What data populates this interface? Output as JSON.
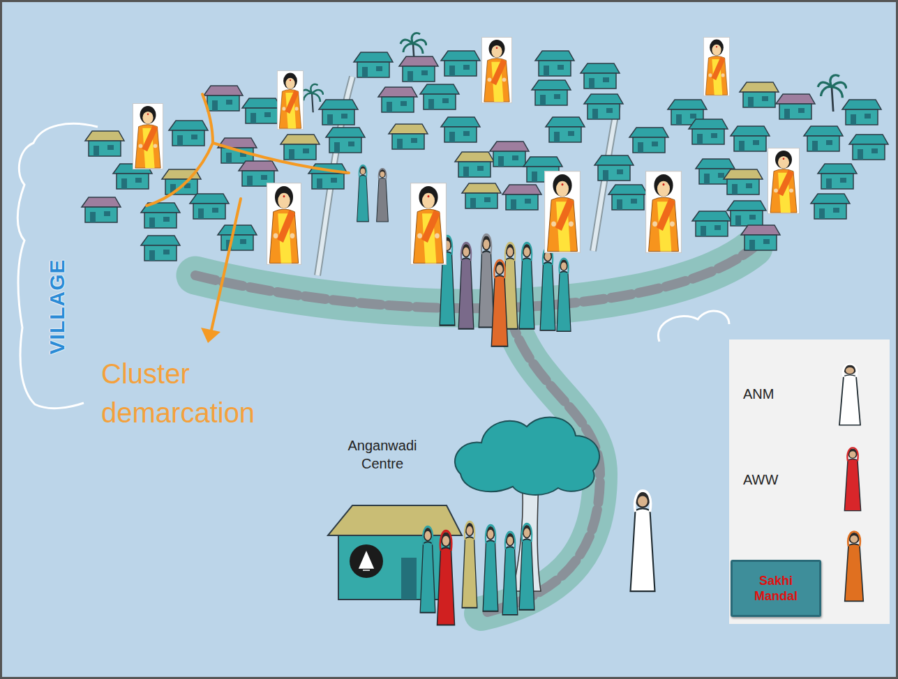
{
  "diagram": {
    "labels": [
      "VILLAGE",
      "Cluster demarcation",
      "Anganwadi Centre"
    ],
    "legend": [
      {
        "text": "ANM"
      },
      {
        "text": "AWW"
      },
      {
        "text": "Sakhi Mandal"
      }
    ]
  }
}
